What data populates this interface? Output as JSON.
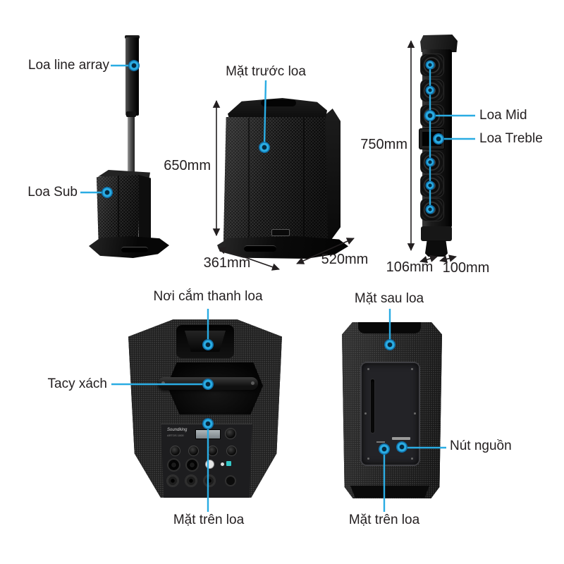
{
  "page": {
    "background": "#ffffff"
  },
  "colors": {
    "callout_blue": "#2aace3",
    "dimension_black": "#231f20",
    "text": "#231f20"
  },
  "callouts": {
    "loa_line_array": "Loa line array",
    "loa_sub": "Loa Sub",
    "mat_truoc_loa": "Mặt trước loa",
    "loa_mid": "Loa Mid",
    "loa_treble": "Loa Treble",
    "noi_cam_thanh_loa": "Nơi cắm thanh loa",
    "tacy_xach": "Tacy xách",
    "mat_tren_loa_top_view": "Mặt trên loa",
    "mat_sau_loa": "Mặt sau loa",
    "nut_nguon": "Nút nguồn",
    "mat_tren_loa_rear_view": "Mặt trên loa"
  },
  "dimensions": {
    "front_height": "650mm",
    "front_depth": "361mm",
    "front_width": "520mm",
    "array_height": "750mm",
    "array_depth": "106mm",
    "array_width": "100mm"
  },
  "panel": {
    "brand": "Soundking",
    "model": "ARTOS 1000"
  }
}
